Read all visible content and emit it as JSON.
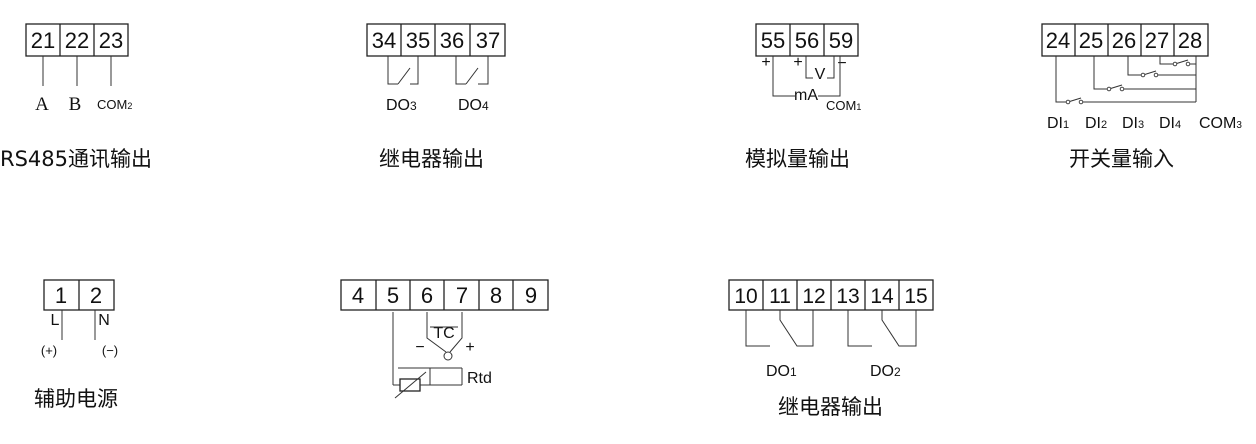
{
  "rs485": {
    "pins": [
      "21",
      "22",
      "23"
    ],
    "label_a": "A",
    "label_b": "B",
    "label_com_base": "COM",
    "label_com_sub": "2",
    "caption": "RS485通讯输出"
  },
  "relay_out_1": {
    "pins": [
      "34",
      "35",
      "36",
      "37"
    ],
    "do3_base": "DO",
    "do3_sub": "3",
    "do4_base": "DO",
    "do4_sub": "4",
    "caption": "继电器输出"
  },
  "analog_out": {
    "pins": [
      "55",
      "56",
      "59"
    ],
    "plus_1": "+",
    "plus_2": "+",
    "v_label": "V",
    "minus": "−",
    "ma_label": "mA",
    "com_base": "COM",
    "com_sub": "1",
    "caption": "模拟量输出"
  },
  "switch_in": {
    "pins": [
      "24",
      "25",
      "26",
      "27",
      "28"
    ],
    "labels": [
      {
        "base": "DI",
        "sub": "1"
      },
      {
        "base": "DI",
        "sub": "2"
      },
      {
        "base": "DI",
        "sub": "3"
      },
      {
        "base": "DI",
        "sub": "4"
      },
      {
        "base": "COM",
        "sub": "3"
      }
    ],
    "caption": "开关量输入"
  },
  "aux_power": {
    "pins": [
      "1",
      "2"
    ],
    "l_label": "L",
    "n_label": "N",
    "plus_label": "(+)",
    "minus_label": "(−)",
    "caption": "辅助电源"
  },
  "temp_in": {
    "pins": [
      "4",
      "5",
      "6",
      "7",
      "8",
      "9"
    ],
    "tc_label": "TC",
    "tc_minus": "−",
    "tc_plus": "+",
    "rtd_label": "Rtd"
  },
  "relay_out_2": {
    "pins": [
      "10",
      "11",
      "12",
      "13",
      "14",
      "15"
    ],
    "do1_base": "DO",
    "do1_sub": "1",
    "do2_base": "DO",
    "do2_sub": "2",
    "caption": "继电器输出"
  }
}
